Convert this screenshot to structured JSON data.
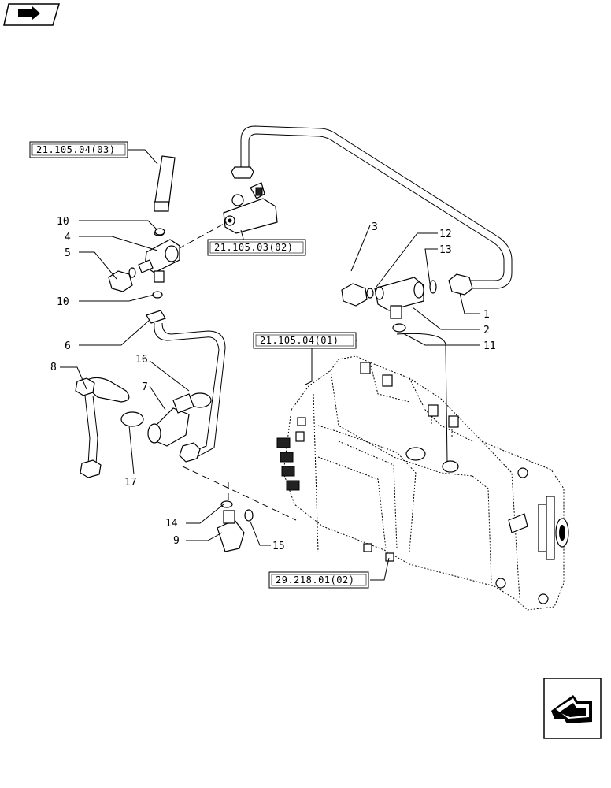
{
  "references": {
    "ref_a": "21.105.04(03)",
    "ref_b": "21.105.03(02)",
    "ref_c": "21.105.04(01)",
    "ref_d": "29.218.01(02)"
  },
  "callouts": {
    "c1": "1",
    "c2": "2",
    "c3": "3",
    "c4": "4",
    "c5": "5",
    "c6": "6",
    "c7": "7",
    "c8": "8",
    "c9": "9",
    "c10a": "10",
    "c10b": "10",
    "c11": "11",
    "c12": "12",
    "c13": "13",
    "c14": "14",
    "c15": "15",
    "c16": "16",
    "c17": "17"
  },
  "icons": {
    "top_left": "book-arrow-icon",
    "bottom_right": "next-page-arrow-icon"
  }
}
